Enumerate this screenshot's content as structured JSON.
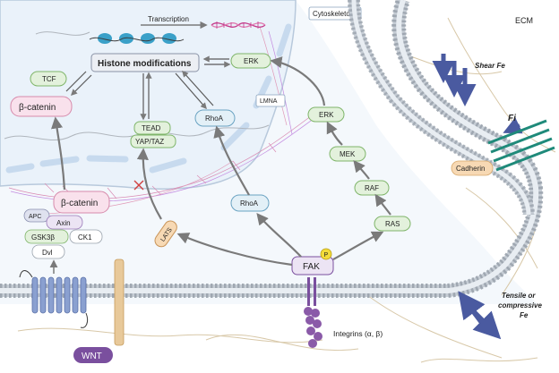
{
  "labels": {
    "ecm": "ECM",
    "cytoskeleton": "Cytoskeleton",
    "transcription": "Transcription",
    "histone": "Histone modifications",
    "erk_nuc": "ERK",
    "tcf": "TCF",
    "bcat_nuc": "β-catenin",
    "tead": "TEAD",
    "yaptaz": "YAP/TAZ",
    "rhoa_nuc": "RhoA",
    "lmna": "LMNA",
    "erk_cyt": "ERK",
    "mek": "MEK",
    "raf": "RAF",
    "ras": "RAS",
    "rhoa_cyt": "RhoA",
    "lats": "LATS",
    "fak": "FAK",
    "p": "P",
    "bcat_cyt": "β-catenin",
    "apc": "APC",
    "axin": "Axin",
    "gsk3b": "GSK3β",
    "ck1": "CK1",
    "dvl": "Dvl",
    "wnt": "WNT",
    "cadherin": "Cadherin",
    "integrins": "Integrins (α, β)",
    "shear": "Shear Fe",
    "fi": "Fi",
    "tensile1": "Tensile or",
    "tensile2": "compressive",
    "tensile3": "Fe"
  },
  "colors": {
    "nucleus_fill": "#eef4fb",
    "membrane_head": "#9aa3ad",
    "arrow": "#7a7a7a",
    "green_box": "#e3f1dc",
    "green_stroke": "#7fb56a",
    "blue_box": "#e3f0f7",
    "blue_stroke": "#6aa3c2",
    "pink_box": "#f9e1ec",
    "pink_stroke": "#d68aab",
    "orange_box": "#f7d9b4",
    "purple": "#7a4f9e",
    "fak_fill": "#ece4f4",
    "force_arrow": "#4a5aa0",
    "cadherin_teal": "#1f8a7a"
  }
}
